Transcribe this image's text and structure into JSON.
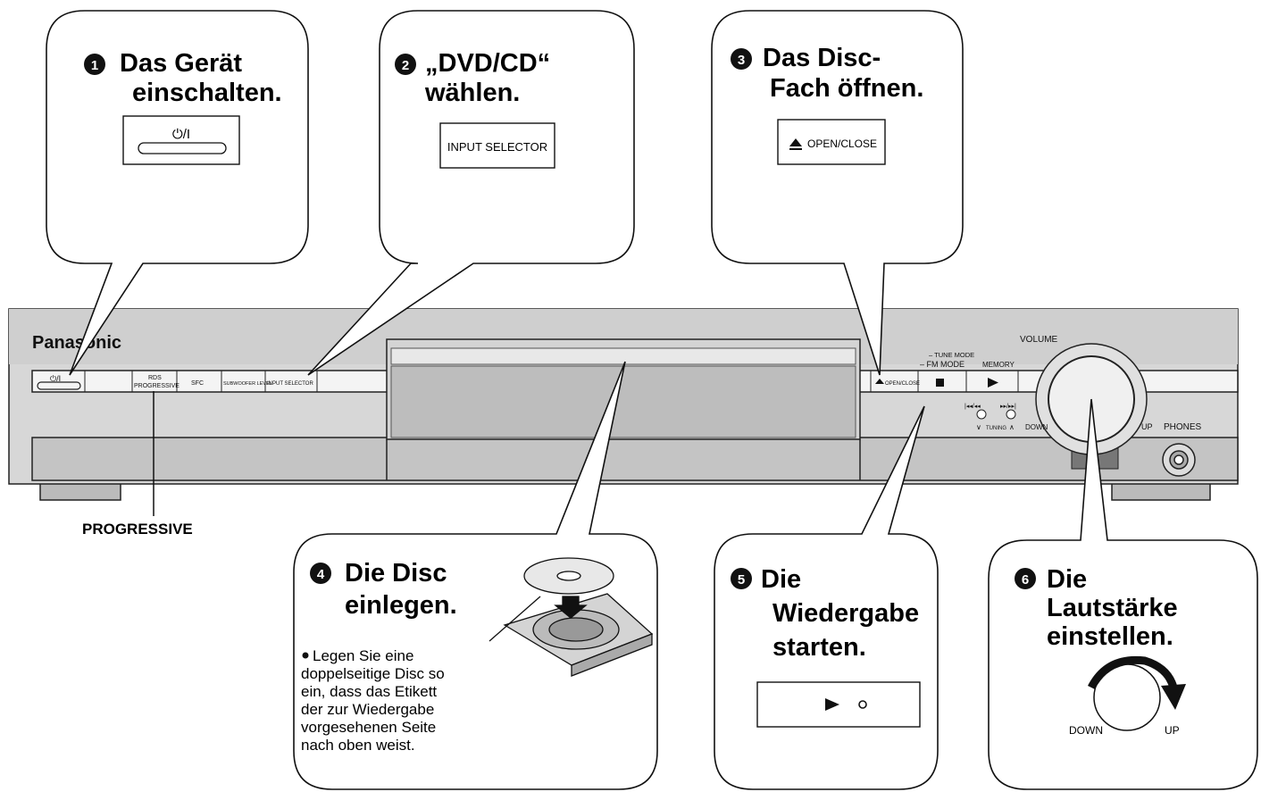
{
  "brand": "Panasonic",
  "step1": {
    "num": "1",
    "line1": "Das Gerät",
    "line2": "einschalten.",
    "button": "⏻/I"
  },
  "step2": {
    "num": "2",
    "line1": "„DVD/CD“",
    "line2": "wählen.",
    "button": "INPUT SELECTOR"
  },
  "step3": {
    "num": "3",
    "line1": "Das Disc-",
    "line2": "Fach öffnen.",
    "button": "OPEN/CLOSE"
  },
  "step4": {
    "num": "4",
    "line1": "Die Disc",
    "line2": "einlegen.",
    "note": [
      "Legen Sie eine",
      "doppelseitige Disc so",
      "ein, dass das Etikett",
      "der zur Wiedergabe",
      "vorgesehenen Seite",
      "nach oben weist."
    ]
  },
  "step5": {
    "num": "5",
    "line1": "Die",
    "line2": "Wiedergabe",
    "line3": "starten."
  },
  "step6": {
    "num": "6",
    "line1": "Die",
    "line2": "Lautstärke",
    "line3": "einstellen.",
    "down": "DOWN",
    "up": "UP"
  },
  "panel": {
    "power": "⏻/I",
    "rds": "RDS",
    "progressive": "PROGRESSIVE",
    "sfc": "SFC",
    "subwoofer": "SUBWOOFER LEVEL",
    "input_selector": "INPUT SELECTOR",
    "open_close": "OPEN/CLOSE",
    "tune_mode": "– TUNE MODE",
    "fm_mode": "– FM MODE",
    "memory": "MEMORY",
    "volume": "VOLUME",
    "tuning": "TUNING",
    "down": "DOWN",
    "up": "UP",
    "phones": "PHONES"
  },
  "progressive_label": "PROGRESSIVE"
}
